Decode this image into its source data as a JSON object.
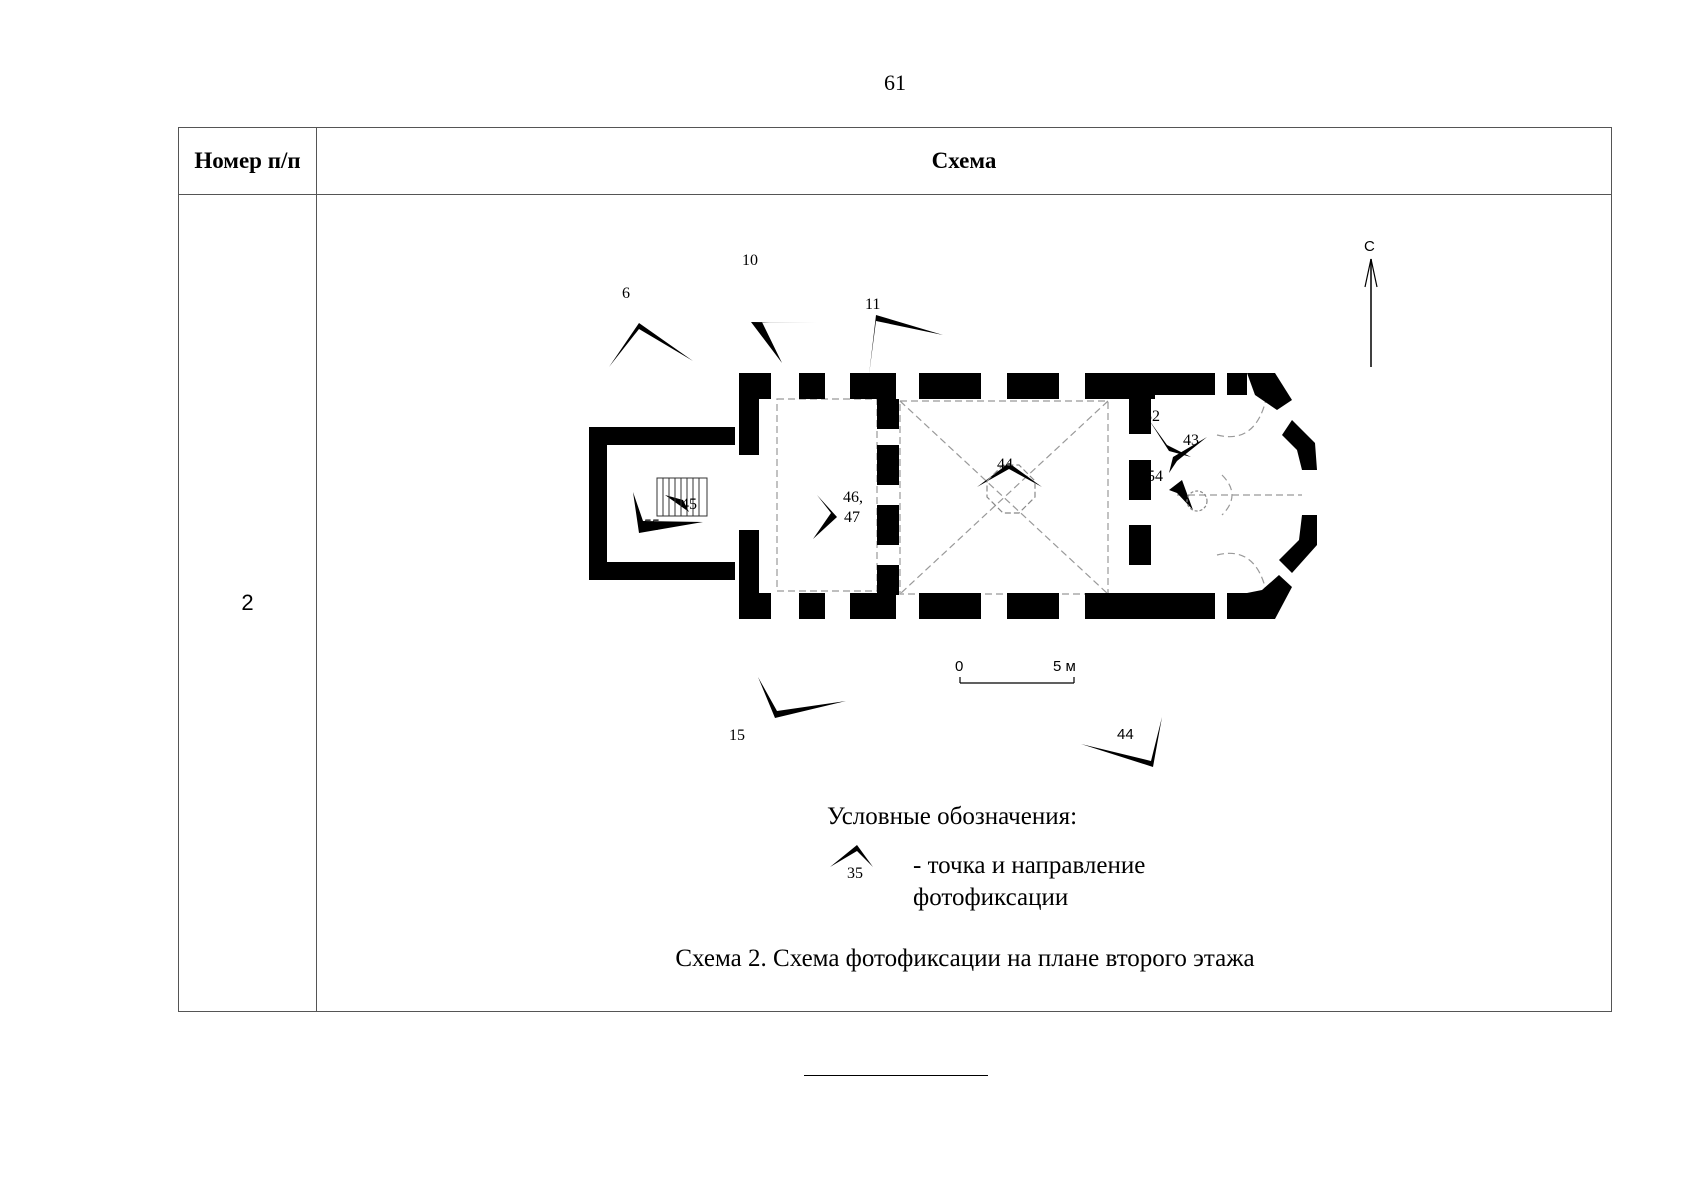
{
  "page_number": "61",
  "table": {
    "headers": {
      "number": "Номер п/п",
      "scheme": "Схема"
    },
    "rows": [
      {
        "number": "2"
      }
    ]
  },
  "diagram": {
    "north_label": "С",
    "scale": {
      "start": "0",
      "end": "5 м"
    },
    "photo_points": [
      "6",
      "10",
      "11",
      "15",
      "44",
      "43",
      "52",
      "54",
      "44",
      "45",
      "55",
      "46,",
      "47"
    ],
    "legend": {
      "title": "Условные обозначения:",
      "sample_number": "35",
      "description": "- точка и направление фотофиксации"
    },
    "caption": "Схема 2. Схема фотофиксации на плане второго этажа"
  }
}
